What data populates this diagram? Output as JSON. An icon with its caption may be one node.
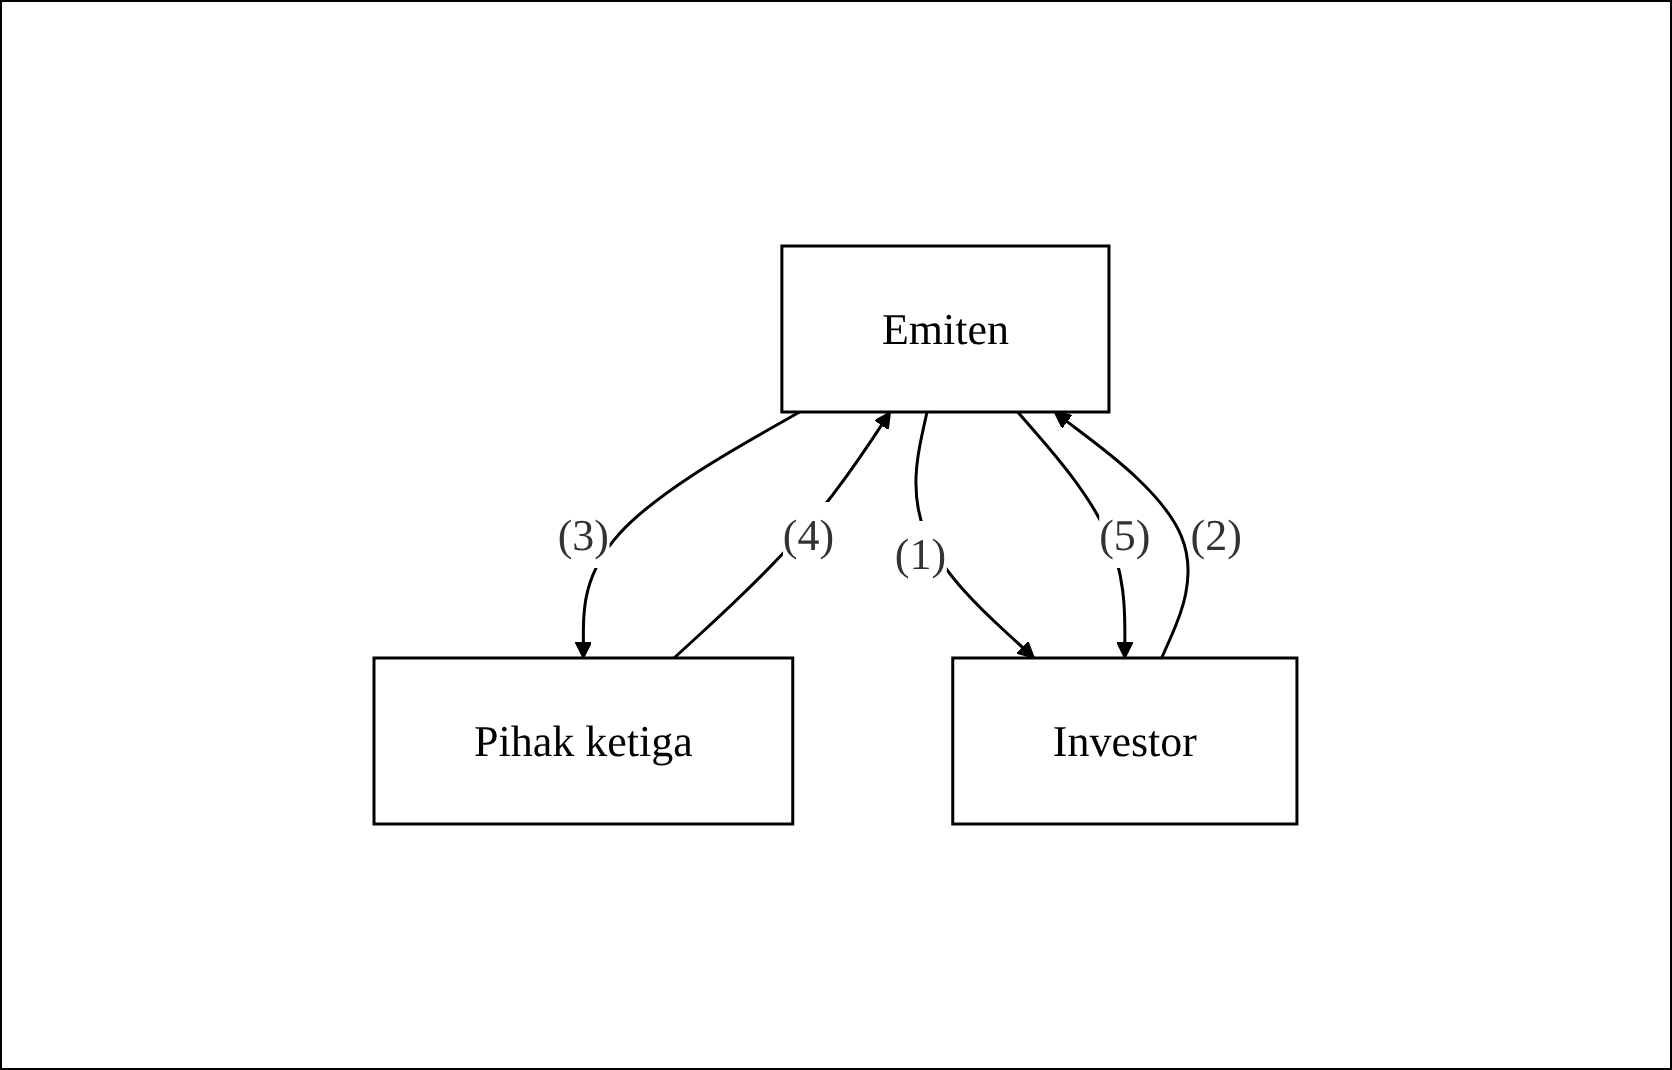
{
  "diagram": {
    "nodes": [
      {
        "text": [
          "Emiten"
        ]
      },
      {
        "text": [
          "Pihak ketiga"
        ]
      },
      {
        "text": [
          "Investor"
        ]
      }
    ],
    "edges": [
      {
        "from": 0,
        "to": 1,
        "arrow": "to",
        "label": "(3)"
      },
      {
        "from": 1,
        "to": 0,
        "arrow": "to",
        "label": "(4)"
      },
      {
        "from": 0,
        "to": 2,
        "arrow": "to",
        "label": "(1)"
      },
      {
        "from": 2,
        "to": 0,
        "arrow": "to",
        "label": "(2)"
      },
      {
        "from": 0,
        "to": 2,
        "arrow": "to",
        "label": "(5)"
      }
    ]
  }
}
